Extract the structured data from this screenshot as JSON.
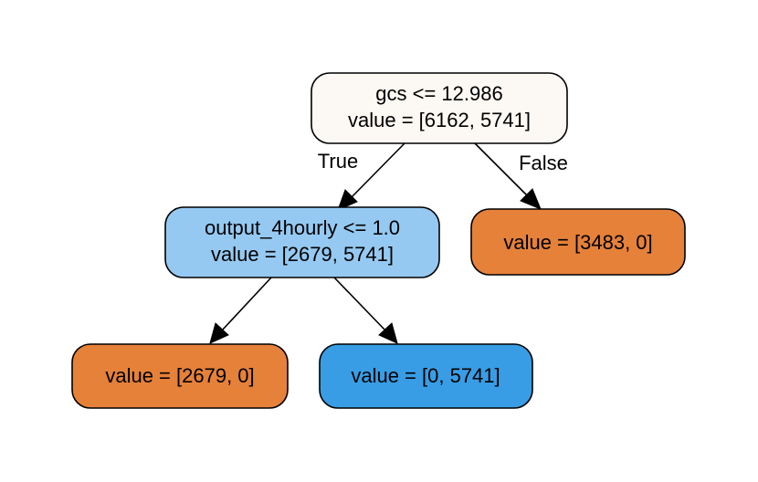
{
  "tree": {
    "nodes": [
      {
        "id": "root",
        "lines": [
          "gcs <= 12.986",
          "value = [6162, 5741]"
        ],
        "fill": "#fcf8f3"
      },
      {
        "id": "left",
        "lines": [
          "output_4hourly <= 1.0",
          "value = [2679, 5741]"
        ],
        "fill": "#95c9f1"
      },
      {
        "id": "right",
        "lines": [
          "value = [3483, 0]"
        ],
        "fill": "#e58139"
      },
      {
        "id": "left_left",
        "lines": [
          "value = [2679, 0]"
        ],
        "fill": "#e58139"
      },
      {
        "id": "left_right",
        "lines": [
          "value = [0, 5741]"
        ],
        "fill": "#399de5"
      }
    ],
    "edges": [
      {
        "from": "root",
        "to": "left",
        "label": "True"
      },
      {
        "from": "root",
        "to": "right",
        "label": "False"
      },
      {
        "from": "left",
        "to": "left_left",
        "label": ""
      },
      {
        "from": "left",
        "to": "left_right",
        "label": ""
      }
    ]
  }
}
